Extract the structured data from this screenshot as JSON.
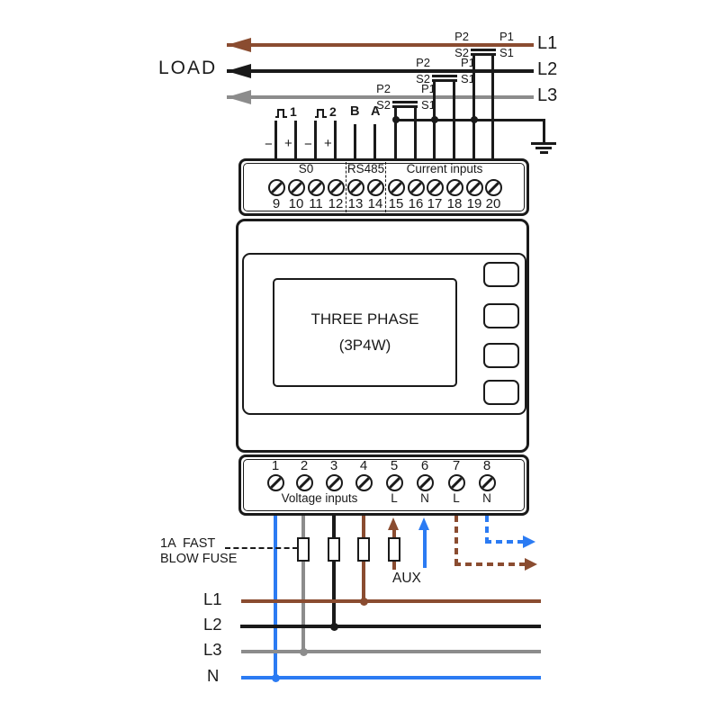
{
  "colors": {
    "brown": "#8a4c30",
    "black": "#1a1a1a",
    "gray": "#8c8c8c",
    "blue": "#2b7bf3"
  },
  "load": {
    "label": "LOAD"
  },
  "phases_top": {
    "l1": "L1",
    "l2": "L2",
    "l3": "L3"
  },
  "ct": {
    "p1": "P1",
    "p2": "P2",
    "s1": "S1",
    "s2": "S2"
  },
  "io": {
    "pulse1": "1",
    "pulse2": "2",
    "b": "B",
    "a": "A",
    "minus": "−",
    "plus": "+"
  },
  "top_block": {
    "s0": "S0",
    "rs485": "RS485",
    "current_inputs": "Current inputs",
    "numbers": [
      "9",
      "10",
      "11",
      "12",
      "13",
      "14",
      "15",
      "16",
      "17",
      "18",
      "19",
      "20"
    ]
  },
  "display": {
    "line1": "THREE PHASE",
    "line2": "(3P4W)"
  },
  "bottom_block": {
    "numbers": [
      "1",
      "2",
      "3",
      "4",
      "5",
      "6",
      "7",
      "8"
    ],
    "voltage_inputs": "Voltage inputs",
    "t5": "L",
    "t6": "N",
    "t7": "L",
    "t8": "N"
  },
  "notes": {
    "fuse_line1": "1A  FAST",
    "fuse_line2": "BLOW FUSE",
    "aux": "AUX"
  },
  "bus": {
    "l1": "L1",
    "l2": "L2",
    "l3": "L3",
    "n": "N"
  }
}
